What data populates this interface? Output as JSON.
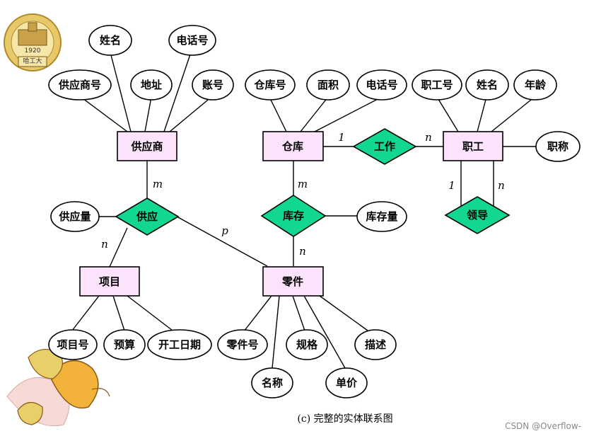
{
  "diagram": {
    "caption": "(c) 完整的实体联系图",
    "watermark": "CSDN @Overflow-",
    "logo": {
      "year": "1920",
      "name": "哈工大"
    },
    "entities": {
      "supplier": "供应商",
      "warehouse": "仓库",
      "employee": "职工",
      "project": "项目",
      "part": "零件"
    },
    "relationships": {
      "supply": "供应",
      "work": "工作",
      "stock": "库存",
      "lead": "领导"
    },
    "attributes": {
      "supplier_name": "姓名",
      "supplier_phone": "电话号",
      "supplier_id": "供应商号",
      "supplier_address": "地址",
      "supplier_account": "账号",
      "warehouse_id": "仓库号",
      "warehouse_area": "面积",
      "warehouse_phone": "电话号",
      "employee_id": "职工号",
      "employee_name": "姓名",
      "employee_age": "年龄",
      "employee_title": "职称",
      "supply_qty": "供应量",
      "stock_qty": "库存量",
      "project_id": "项目号",
      "project_budget": "预算",
      "project_start": "开工日期",
      "part_id": "零件号",
      "part_name": "名称",
      "part_spec": "规格",
      "part_price": "单价",
      "part_desc": "描述"
    },
    "cardinalities": {
      "supplier_supply": "m",
      "supply_project": "n",
      "supply_part": "p",
      "warehouse_work": "1",
      "work_employee": "n",
      "warehouse_stock": "m",
      "stock_part": "n",
      "lead_left": "1",
      "lead_right": "n"
    }
  }
}
